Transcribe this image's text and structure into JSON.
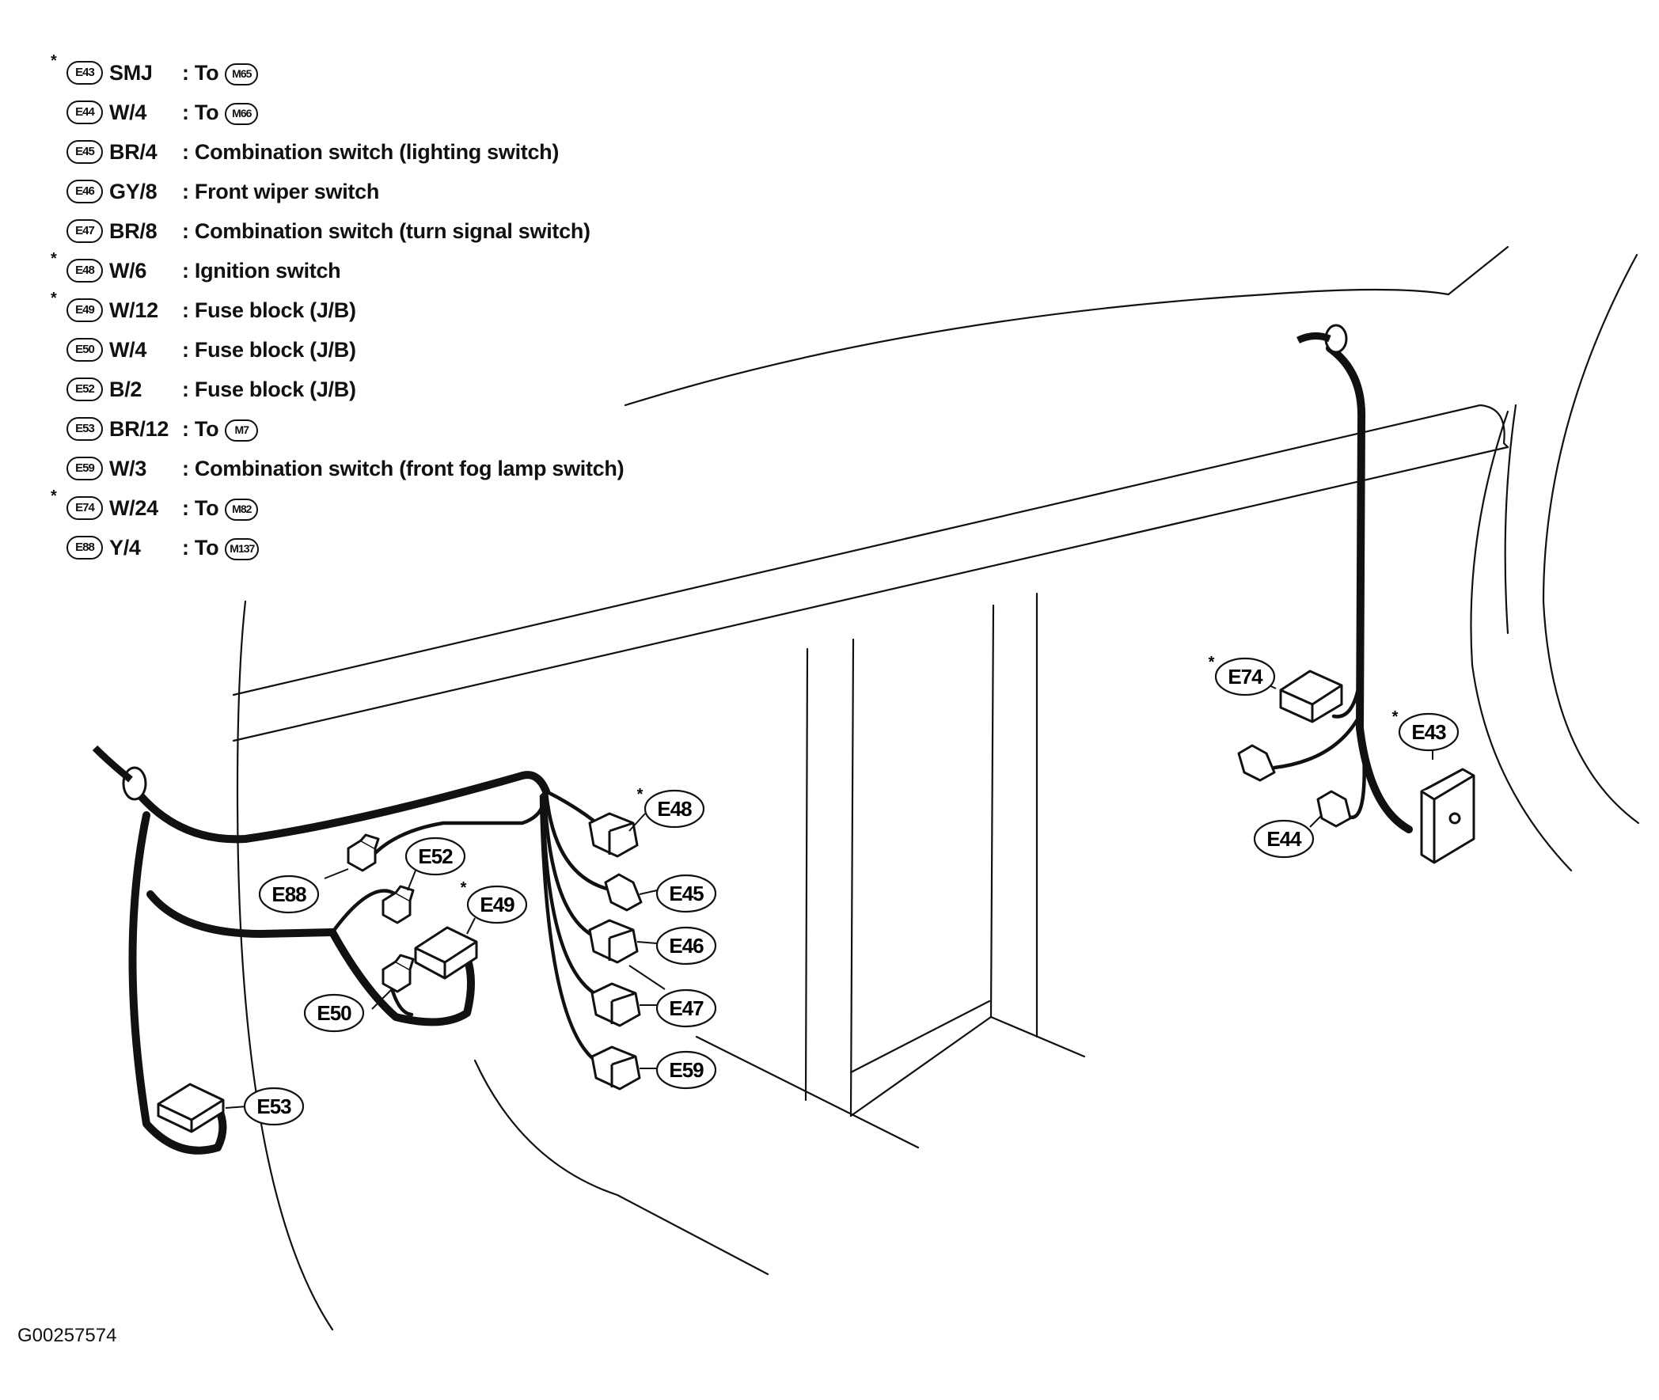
{
  "legend": [
    {
      "star": "*",
      "id": "E43",
      "wire": "SMJ",
      "desc": ": To",
      "to": "M65"
    },
    {
      "star": "",
      "id": "E44",
      "wire": "W/4",
      "desc": ": To",
      "to": "M66"
    },
    {
      "star": "",
      "id": "E45",
      "wire": "BR/4",
      "desc": ": Combination switch (lighting switch)",
      "to": ""
    },
    {
      "star": "",
      "id": "E46",
      "wire": "GY/8",
      "desc": ": Front wiper switch",
      "to": ""
    },
    {
      "star": "",
      "id": "E47",
      "wire": "BR/8",
      "desc": ": Combination switch (turn signal switch)",
      "to": ""
    },
    {
      "star": "*",
      "id": "E48",
      "wire": "W/6",
      "desc": ": Ignition switch",
      "to": ""
    },
    {
      "star": "*",
      "id": "E49",
      "wire": "W/12",
      "desc": ": Fuse block (J/B)",
      "to": ""
    },
    {
      "star": "",
      "id": "E50",
      "wire": "W/4",
      "desc": ": Fuse block (J/B)",
      "to": ""
    },
    {
      "star": "",
      "id": "E52",
      "wire": "B/2",
      "desc": ": Fuse block (J/B)",
      "to": ""
    },
    {
      "star": "",
      "id": "E53",
      "wire": "BR/12",
      "desc": ": To",
      "to": "M7"
    },
    {
      "star": "",
      "id": "E59",
      "wire": "W/3",
      "desc": ": Combination switch (front fog lamp switch)",
      "to": ""
    },
    {
      "star": "*",
      "id": "E74",
      "wire": "W/24",
      "desc": ": To",
      "to": "M82"
    },
    {
      "star": "",
      "id": "E88",
      "wire": "Y/4",
      "desc": ": To",
      "to": "M137"
    }
  ],
  "callouts": {
    "E48": {
      "label": "E48",
      "star": "*"
    },
    "E45": {
      "label": "E45",
      "star": ""
    },
    "E46": {
      "label": "E46",
      "star": ""
    },
    "E47": {
      "label": "E47",
      "star": ""
    },
    "E59": {
      "label": "E59",
      "star": ""
    },
    "E52": {
      "label": "E52",
      "star": ""
    },
    "E88": {
      "label": "E88",
      "star": ""
    },
    "E49": {
      "label": "E49",
      "star": "*"
    },
    "E50": {
      "label": "E50",
      "star": ""
    },
    "E53": {
      "label": "E53",
      "star": ""
    },
    "E74": {
      "label": "E74",
      "star": "*"
    },
    "E43": {
      "label": "E43",
      "star": "*"
    },
    "E44": {
      "label": "E44",
      "star": ""
    }
  },
  "figure_id": "G00257574",
  "colors": {
    "ink": "#111111",
    "background": "#ffffff"
  }
}
